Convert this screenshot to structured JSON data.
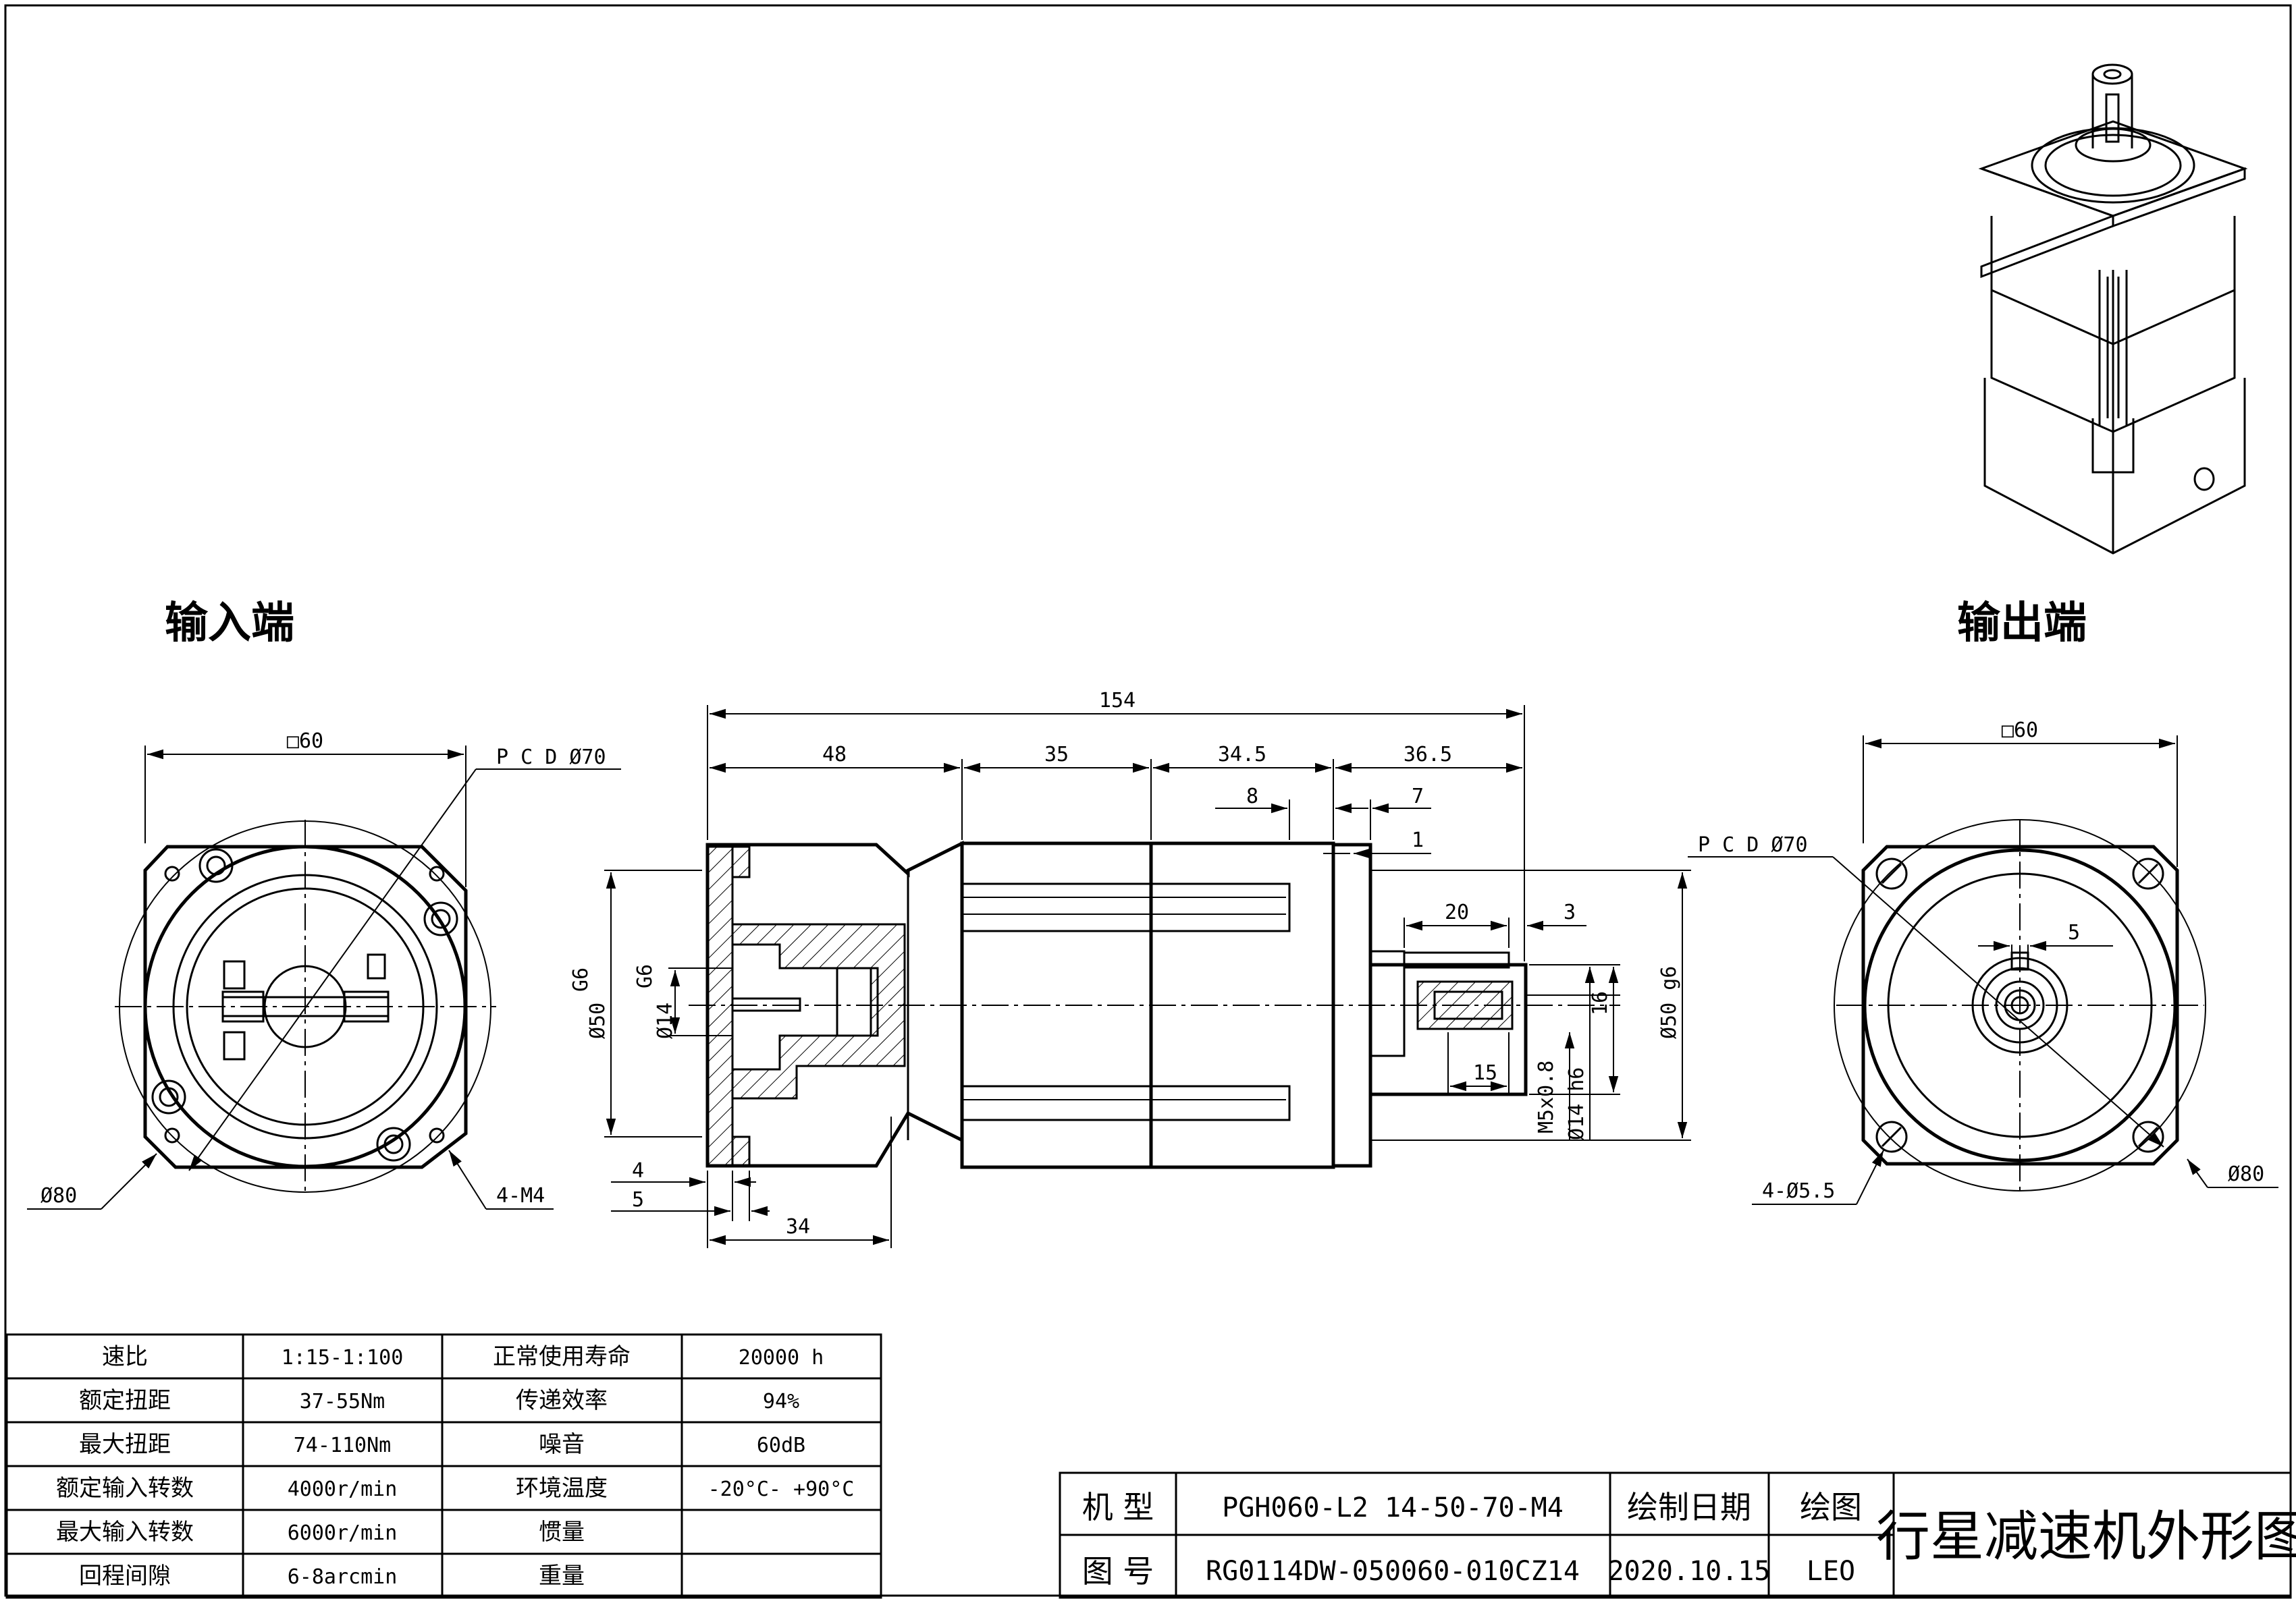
{
  "views": {
    "input_label": "输入端",
    "output_label": "输出端"
  },
  "dims": {
    "input": {
      "square": "□60",
      "pcd": "P C D Ø70",
      "dia80": "Ø80",
      "holes": "4-M4"
    },
    "output": {
      "square": "□60",
      "pcd": "P C D Ø70",
      "dia80": "Ø80",
      "holes": "4-Ø5.5",
      "key": "5"
    },
    "side": {
      "total": "154",
      "d48": "48",
      "d35": "35",
      "d345": "34.5",
      "d365": "36.5",
      "d8": "8",
      "d7": "7",
      "d1": "1",
      "d20": "20",
      "d3": "3",
      "d15": "15",
      "d16": "16",
      "d4": "4",
      "d5": "5",
      "d34": "34",
      "g6a": "G6",
      "phi50": "Ø50",
      "g6b": "G6",
      "phi14": "Ø14",
      "m5": "M5x0.8",
      "phi14h6": "Ø14 h6",
      "phi50g6": "Ø50 g6"
    }
  },
  "spec_table": [
    [
      "速比",
      "1:15-1:100",
      "正常使用寿命",
      "20000 h"
    ],
    [
      "额定扭距",
      "37-55Nm",
      "传递效率",
      "94%"
    ],
    [
      "最大扭距",
      "74-110Nm",
      "噪音",
      "60dB"
    ],
    [
      "额定输入转数",
      "4000r/min",
      "环境温度",
      "-20°C- +90°C"
    ],
    [
      "最大输入转数",
      "6000r/min",
      "惯量",
      ""
    ],
    [
      "回程间隙",
      "6-8arcmin",
      "重量",
      ""
    ]
  ],
  "title_block": {
    "model_label": "机 型",
    "model": "PGH060-L2 14-50-70-M4",
    "drawing_no_label": "图 号",
    "drawing_no": "RG0114DW-050060-010CZ14",
    "date_label": "绘制日期",
    "date": "2020.10.15",
    "drawer_label": "绘图",
    "drawer": "LEO",
    "title": "行星减速机外形图"
  }
}
